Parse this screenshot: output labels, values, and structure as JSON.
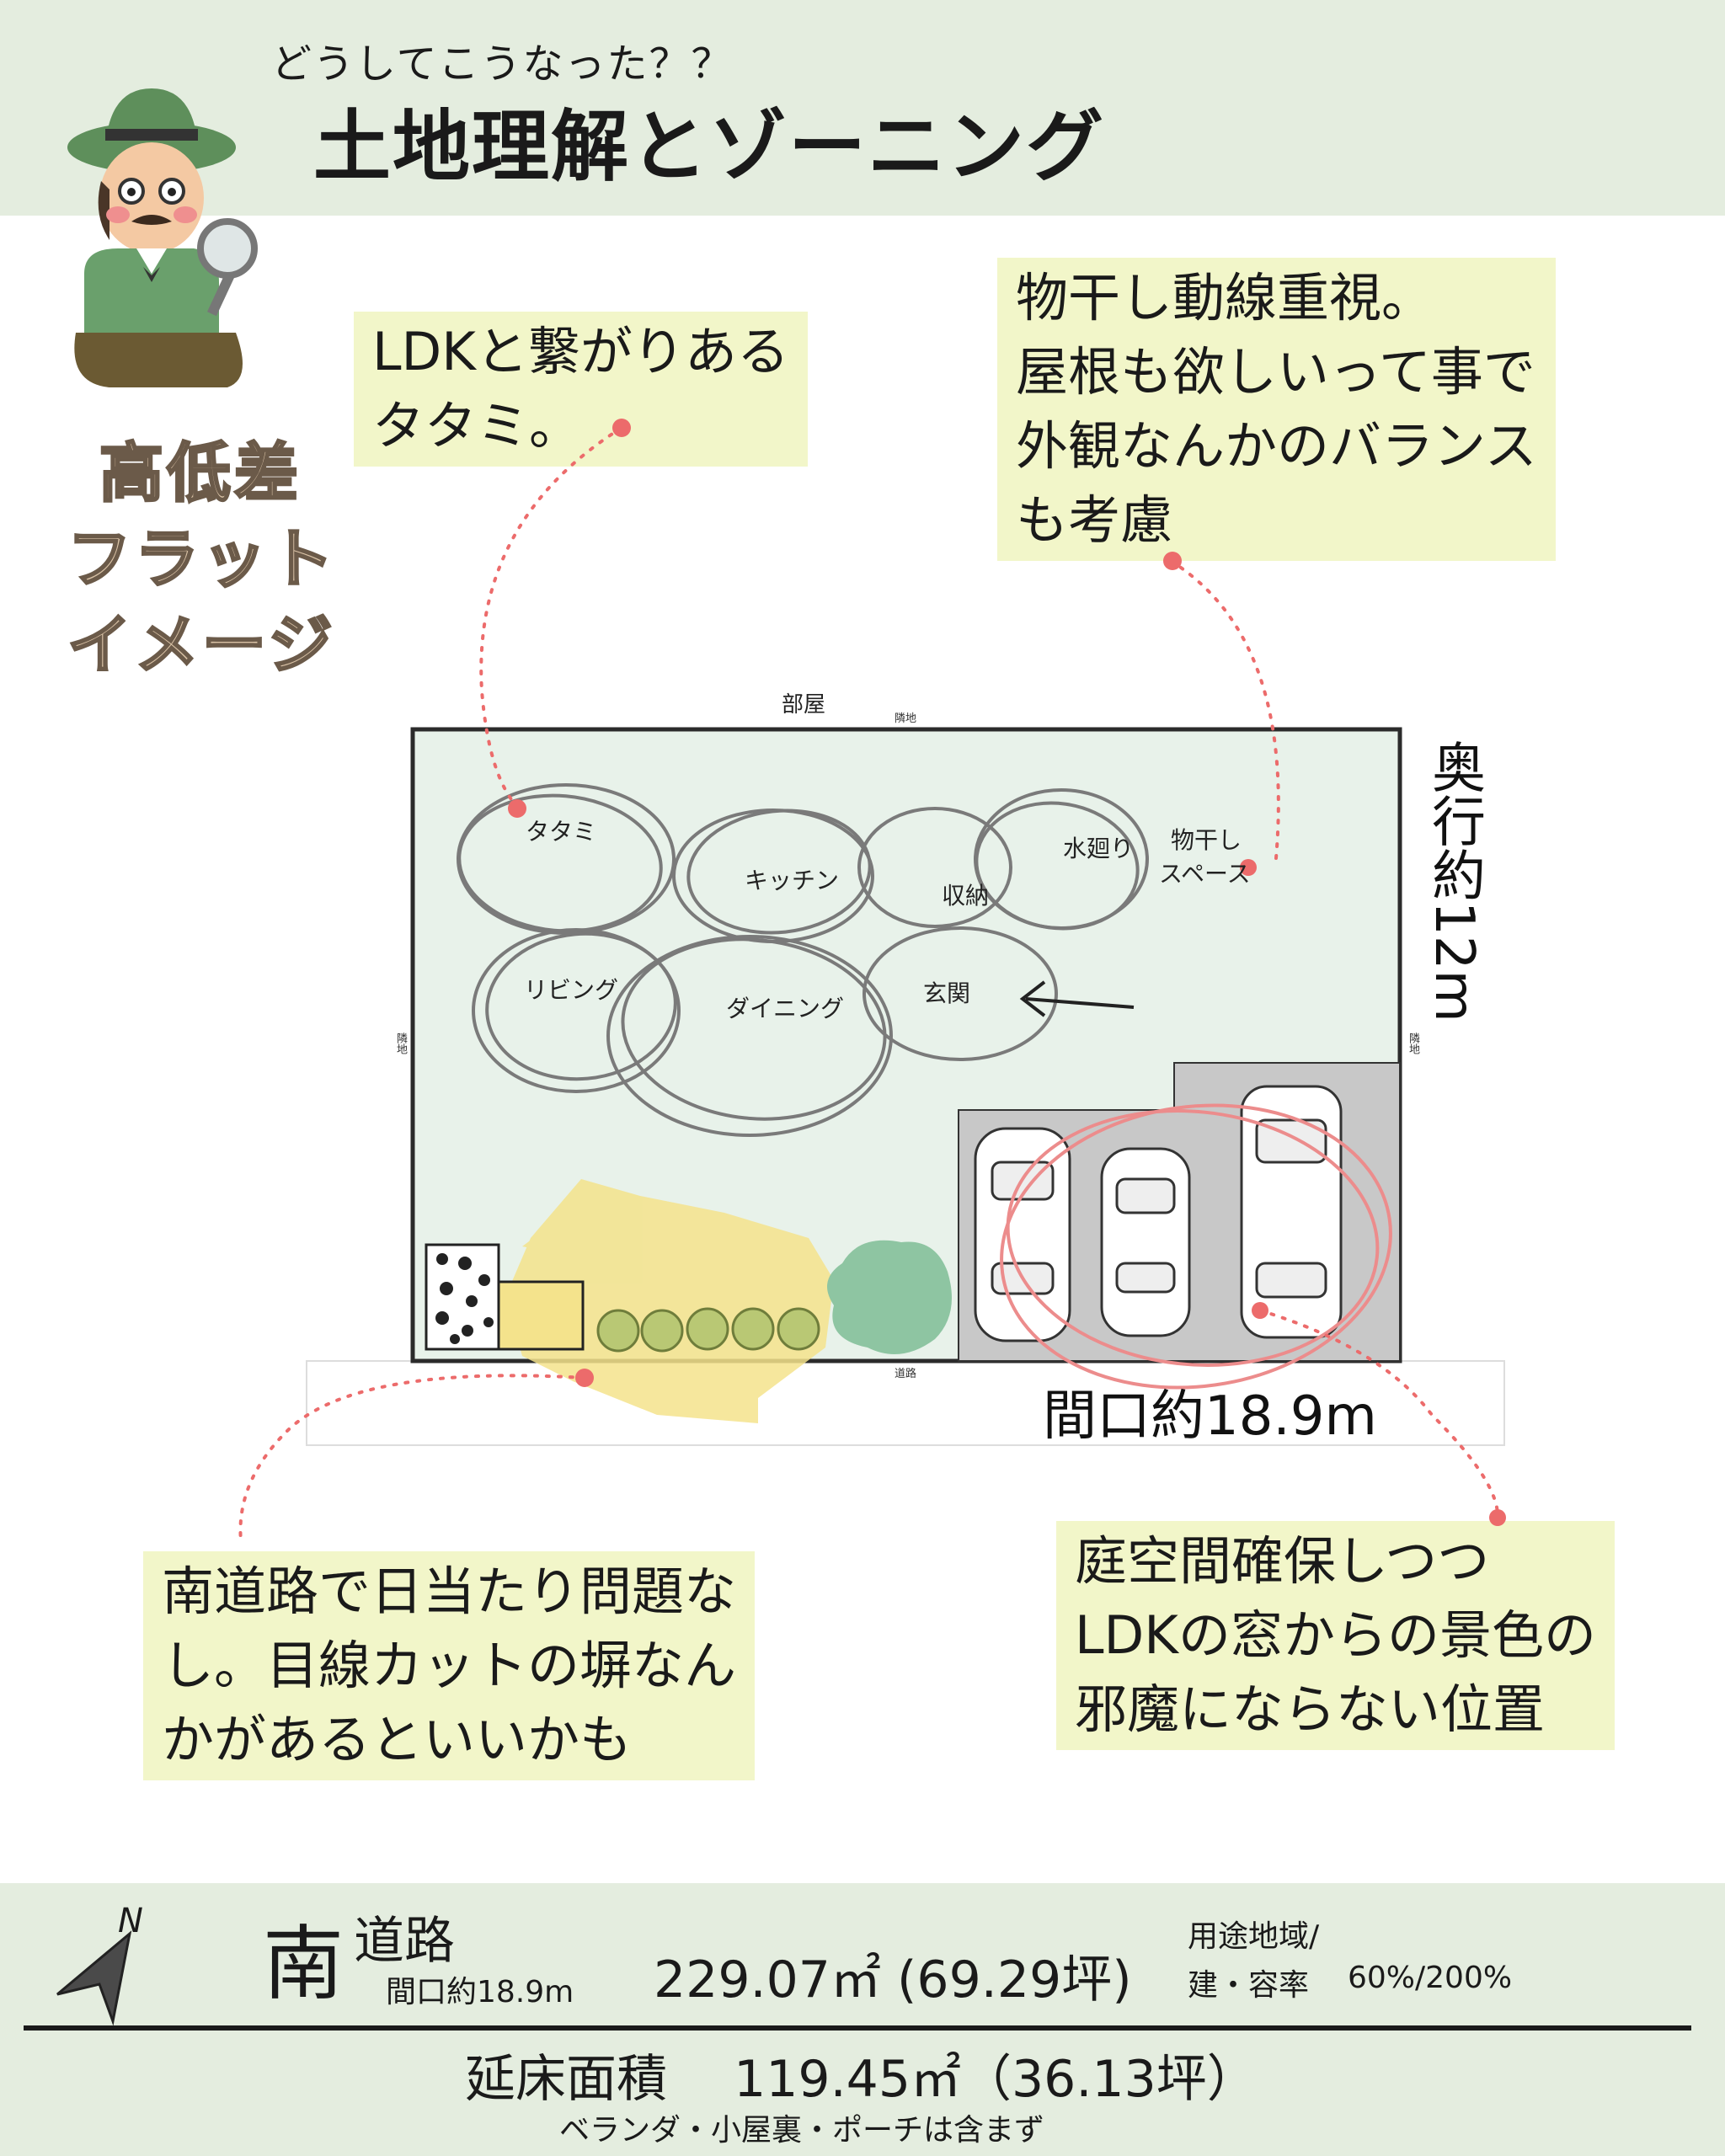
{
  "header": {
    "subtitle": "どうしてこうなった？？",
    "title": "土地理解とゾーニング"
  },
  "side_labels": [
    "高低差",
    "フラット",
    "イメージ"
  ],
  "notes": {
    "tatami": [
      "LDKと繋がりある",
      "タタミ。"
    ],
    "laundry": [
      "物干し動線重視。",
      "屋根も欲しいって事で",
      "外観なんかのバランス",
      "も考慮"
    ],
    "road": [
      "南道路で日当たり問題な",
      "し。目線カットの塀なん",
      "かがあるといいかも"
    ],
    "garden": [
      "庭空間確保しつつ",
      "LDKの窓からの景色の",
      "邪魔にならない位置"
    ]
  },
  "plot": {
    "top_label": "部屋",
    "top_small": "隣地",
    "left_small": "隣地",
    "right_small": "隣地",
    "bottom_small": "道路",
    "depth": "奥行約12m",
    "frontage": "間口約18.9m",
    "zones": {
      "tatami": "タタミ",
      "kitchen": "キッチン",
      "storage": "収納",
      "water": "水廻り",
      "drying": [
        "物干し",
        "スペース"
      ],
      "living": "リビング",
      "dining": "ダイニング",
      "entrance": "玄関"
    }
  },
  "footer": {
    "compass_letter": "N",
    "direction": "南",
    "road": "道路",
    "frontage": "間口約18.9m",
    "area": "229.07㎡ (69.29坪)",
    "zoning_label": "用途地域/",
    "ratio_label": "建・容率",
    "ratio_value": "60%/200%",
    "floor_area": "延床面積　 119.45㎡（36.13坪）",
    "floor_note": "ベランダ・小屋裏・ポーチは含まず"
  },
  "colors": {
    "header_bg": "#e4eddf",
    "note_bg": "#f2f6c9",
    "plot_bg": "#e8f2ea",
    "parking_bg": "#c8c8c8",
    "dot": "#ec6b6b"
  }
}
